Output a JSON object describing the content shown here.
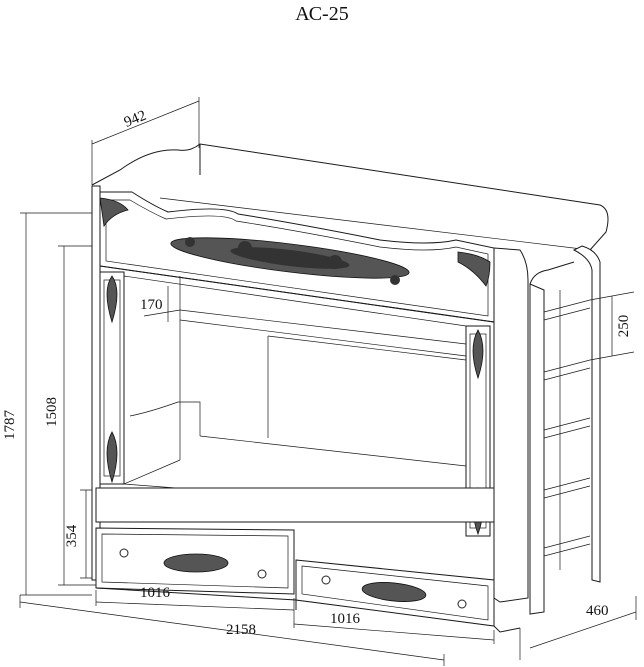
{
  "title": "АС-25",
  "dimensions": {
    "width_top": "942",
    "total_height": "1787",
    "lower_height": "1508",
    "shelf_height": "170",
    "step_spacing": "250",
    "drawer_height": "354",
    "drawer_left_width": "1016",
    "drawer_right_width": "1016",
    "total_length": "2158",
    "depth": "460"
  }
}
